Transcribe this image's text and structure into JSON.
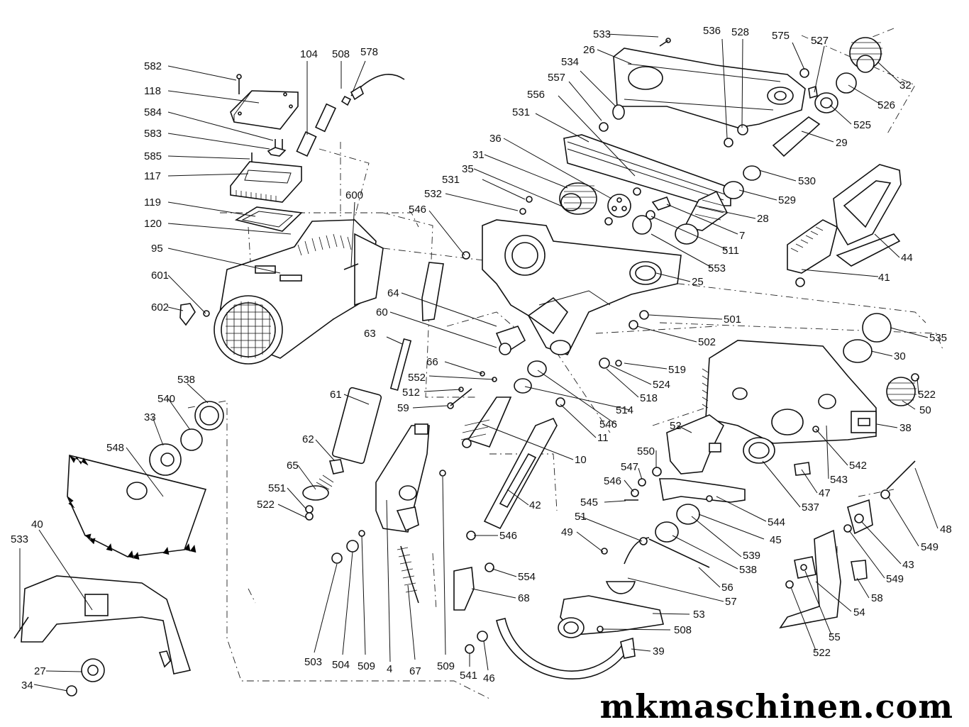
{
  "watermark": "mkmaschinen.com",
  "callouts": [
    "582",
    "118",
    "584",
    "583",
    "585",
    "117",
    "119",
    "120",
    "95",
    "601",
    "602",
    "104",
    "508",
    "578",
    "600",
    "533",
    "26",
    "534",
    "557",
    "556",
    "531",
    "36",
    "31",
    "35",
    "531",
    "532",
    "546",
    "64",
    "60",
    "63",
    "66",
    "552",
    "512",
    "59",
    "61",
    "62",
    "65",
    "551",
    "522",
    "536",
    "528",
    "575",
    "527",
    "32",
    "526",
    "525",
    "29",
    "530",
    "529",
    "28",
    "7",
    "511",
    "553",
    "25",
    "44",
    "41",
    "501",
    "502",
    "535",
    "30",
    "519",
    "524",
    "518",
    "514",
    "546",
    "11",
    "10",
    "522",
    "50",
    "38",
    "42",
    "546",
    "52",
    "550",
    "547",
    "546",
    "545",
    "542",
    "543",
    "47",
    "537",
    "544",
    "45",
    "51",
    "49",
    "539",
    "538",
    "56",
    "57",
    "53",
    "508",
    "39",
    "48",
    "549",
    "43",
    "549",
    "58",
    "54",
    "55",
    "522",
    "554",
    "68",
    "67",
    "4",
    "509",
    "509",
    "504",
    "503",
    "541",
    "46",
    "538",
    "540",
    "33",
    "548",
    "533",
    "40",
    "27",
    "34"
  ]
}
